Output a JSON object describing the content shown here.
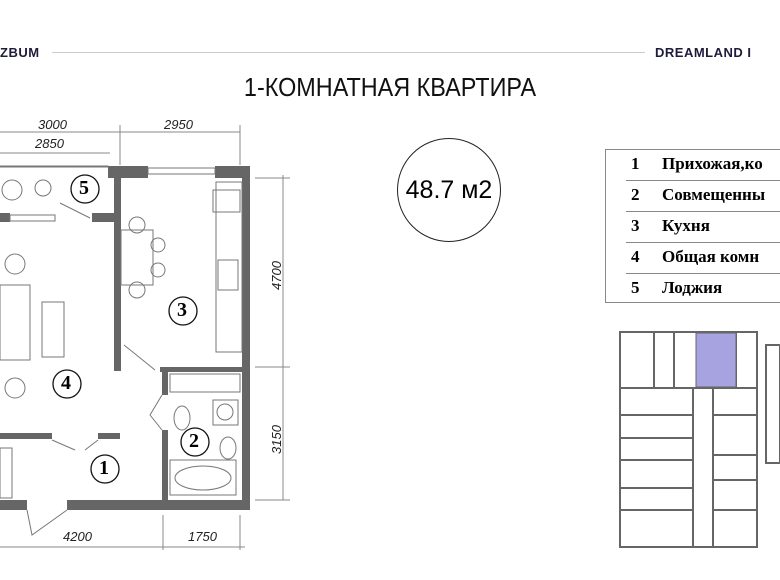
{
  "header": {
    "left_brand": "ZBUM",
    "right_brand": "DREAMLAND I",
    "title": "1-КОМНАТНАЯ КВАРТИРА"
  },
  "area": "48.7 м2",
  "dimensions": {
    "top1": "3000",
    "top2": "2850",
    "top3": "2950",
    "right1": "4700",
    "right2": "3150",
    "bottom1": "4200",
    "bottom2": "1750"
  },
  "room_labels": [
    "1",
    "2",
    "3",
    "4",
    "5"
  ],
  "legend": [
    {
      "num": "1",
      "name": "Прихожая,ко"
    },
    {
      "num": "2",
      "name": "Совмещенны"
    },
    {
      "num": "3",
      "name": "Кухня"
    },
    {
      "num": "4",
      "name": "Общая комн"
    },
    {
      "num": "5",
      "name": "Лоджия"
    }
  ],
  "colors": {
    "highlight": "#a7a3e0",
    "wall": "#666666",
    "brand": "#1e1c3a"
  }
}
